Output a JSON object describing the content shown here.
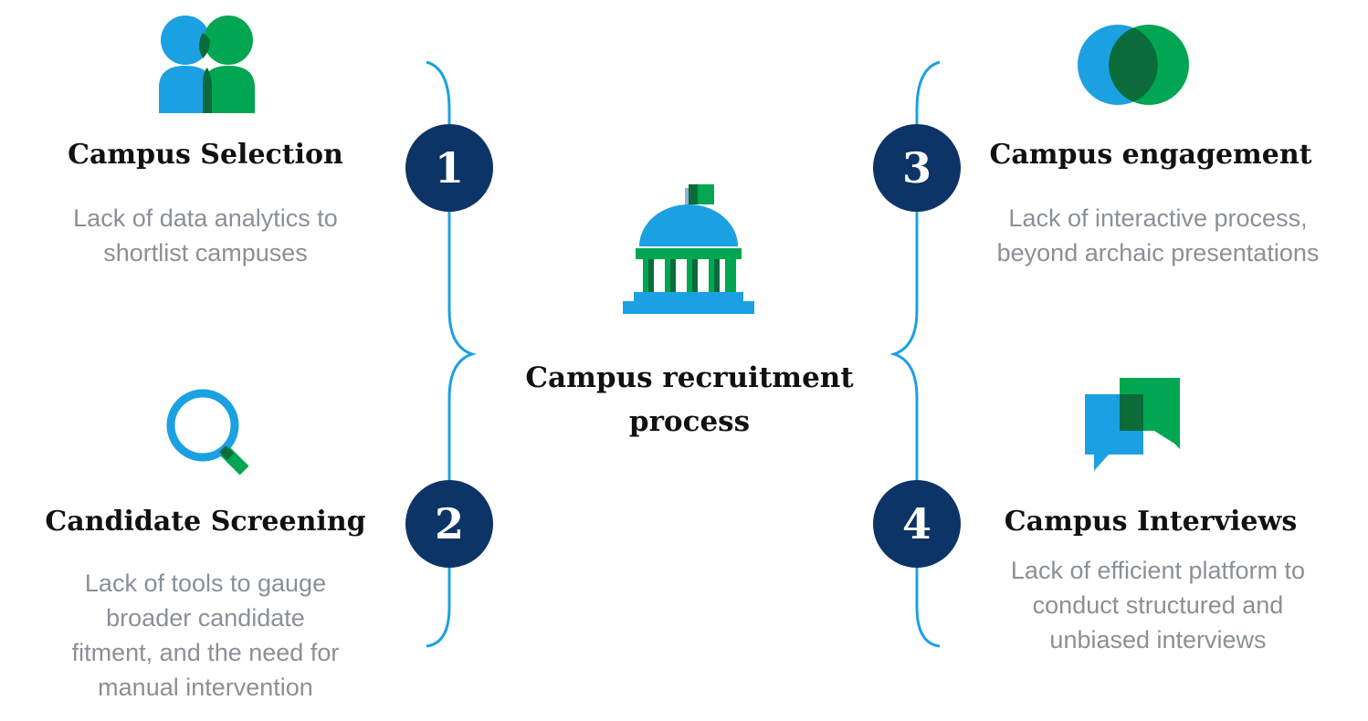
{
  "center": {
    "title_line1": "Campus recruitment",
    "title_line2": "process"
  },
  "steps": [
    {
      "number": "1",
      "title": "Campus Selection",
      "desc_lines": [
        "Lack of data analytics to",
        "shortlist campuses"
      ]
    },
    {
      "number": "2",
      "title": "Candidate Screening",
      "desc_lines": [
        "Lack of tools to gauge",
        "broader candidate",
        "fitment, and the need for",
        "manual intervention"
      ]
    },
    {
      "number": "3",
      "title": "Campus engagement",
      "desc_lines": [
        "Lack of interactive process,",
        "beyond archaic presentations"
      ]
    },
    {
      "number": "4",
      "title": "Campus Interviews",
      "desc_lines": [
        "Lack of efficient platform to",
        "conduct structured and",
        "unbiased interviews"
      ]
    }
  ],
  "colors": {
    "blue": "#1ba1e2",
    "green": "#00a651",
    "dark_green": "#0b6b3a",
    "navy": "#0d3466",
    "gray_text": "#8a9097"
  },
  "icons": [
    "people-icon",
    "magnifier-icon",
    "capitol-building-icon",
    "venn-circles-icon",
    "chat-bubbles-icon"
  ]
}
